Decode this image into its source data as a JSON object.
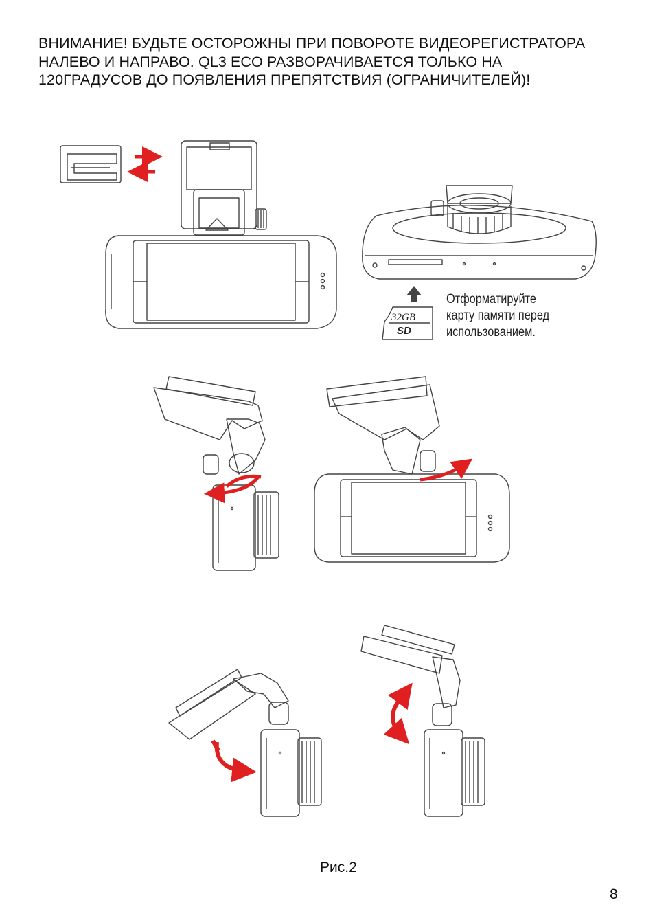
{
  "warning": {
    "lines": [
      "ВНИМАНИЕ! БУДЬТЕ ОСТОРОЖНЫ ПРИ ПОВОРОТЕ ВИДЕОРЕГИСТРАТОРА",
      "НАЛЕВО И НАПРАВО. QL3 ECO РАЗВОРАЧИВАЕТСЯ ТОЛЬКО НА",
      "120ГРАДУСОВ ДО ПОЯВЛЕНИЯ ПРЕПЯТСТВИЯ (ОГРАНИЧИТЕЛЕЙ)!"
    ]
  },
  "sd_card": {
    "capacity_label": "32GB",
    "logo_label": "SD",
    "caption_lines": [
      "Отформатируйте",
      "карту памяти перед",
      "использованием."
    ]
  },
  "figure_label": "Рис.2",
  "page_number": "8",
  "colors": {
    "arrow_red": "#e02020",
    "line_gray": "#444444"
  }
}
